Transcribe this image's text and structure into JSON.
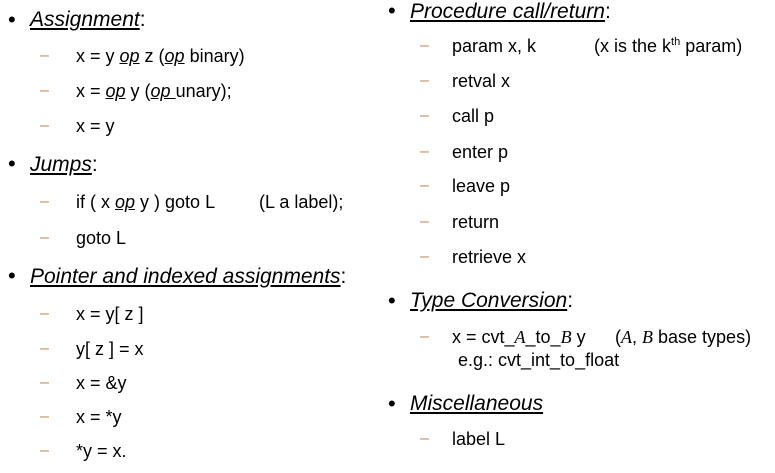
{
  "left": {
    "assignment": {
      "heading": "Assignment",
      "colon": ":",
      "items": [
        {
          "pre": "x = y ",
          "op": "op",
          "mid": " z (",
          "op2": "op",
          "post": " binary)"
        },
        {
          "pre": "x = ",
          "op": "op",
          "mid": " y (",
          "op2": "op ",
          "post": "unary);"
        },
        {
          "text": "x = y"
        }
      ]
    },
    "jumps": {
      "heading": "Jumps",
      "colon": ":",
      "items": [
        {
          "pre": "if ( x ",
          "op": "op",
          "post": " y ) goto L",
          "note": "(L a label);"
        },
        {
          "text": "goto L"
        }
      ]
    },
    "pointer": {
      "heading": "Pointer and indexed assignments",
      "colon": ":",
      "items": [
        "x = y[ z ]",
        "y[ z ] = x",
        "x = &y",
        "x = *y",
        "*y = x."
      ]
    }
  },
  "right": {
    "procedure": {
      "heading": "Procedure call/return",
      "colon": ":",
      "param": {
        "text": "param x, k",
        "note_pre": "(x is the k",
        "note_sup": "th",
        "note_post": " param)"
      },
      "items": [
        "retval x",
        "call p",
        "enter p",
        "leave p",
        "return",
        "retrieve x"
      ]
    },
    "conversion": {
      "heading": "Type Conversion",
      "colon": ":",
      "line1": {
        "pre": "x = cvt_",
        "a": "A",
        "mid": "_to_",
        "b": "B",
        "post": " y",
        "note_open": "(",
        "na": "A",
        "comma": ", ",
        "nb": "B",
        "note_post": " base types)"
      },
      "line2": "e.g.: cvt_int_to_float"
    },
    "misc": {
      "heading": "Miscellaneous",
      "items": [
        "label L"
      ]
    }
  },
  "bullet_char": "•",
  "dash_char": "–"
}
